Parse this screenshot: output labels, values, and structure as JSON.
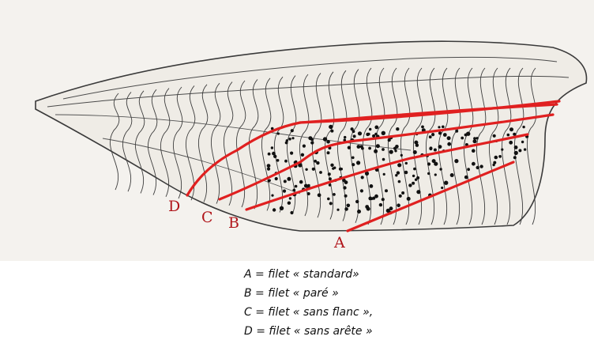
{
  "figure": {
    "fish_icon": "fish-fillet-drawing",
    "cut_line_color": "#e02020",
    "cut_letters": {
      "a": "A",
      "b": "B",
      "c": "C",
      "d": "D"
    }
  },
  "legend": [
    "A = filet « standard»",
    "B = filet « paré »",
    "C = filet « sans flanc »,",
    "D = filet « sans arête »"
  ]
}
